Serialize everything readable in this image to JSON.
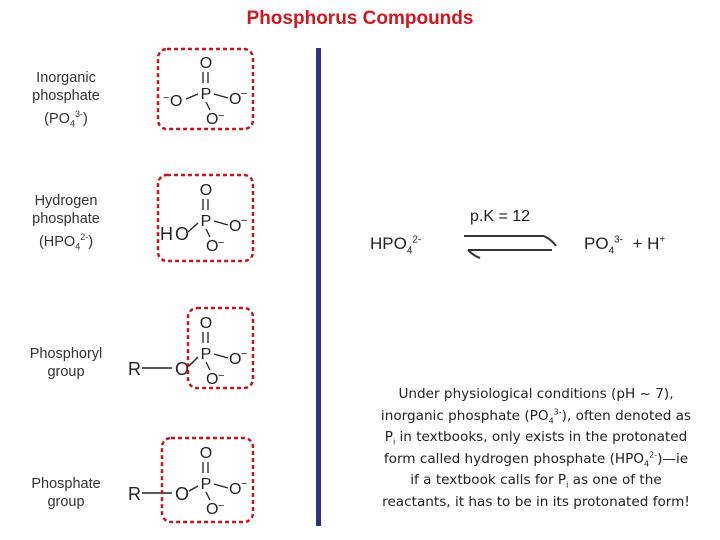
{
  "title": "Phosphorus Compounds",
  "labels": {
    "inorganic": {
      "line1": "Inorganic",
      "line2": "phosphate",
      "formula_open": "(PO",
      "sub": "4",
      "sup": "3-",
      "formula_close": ")"
    },
    "hydrogen": {
      "line1": "Hydrogen",
      "line2": "phosphate",
      "formula_open": "(HPO",
      "sub": "4",
      "sup": "2-",
      "formula_close": ")"
    },
    "phosphoryl": {
      "line1": "Phosphoryl",
      "line2": "group"
    },
    "phosphate_group": {
      "line1": "Phosphate",
      "line2": "group"
    }
  },
  "structures": {
    "atom_O": "O",
    "atom_P": "P",
    "minus": "−",
    "H": "H",
    "R": "R"
  },
  "equilibrium": {
    "pk": "p.K = 12",
    "left_formula": "HPO",
    "left_sub": "4",
    "left_sup": "2-",
    "right_formula": "PO",
    "right_sub": "4",
    "right_sup": "3-",
    "plus_h": "+ H",
    "plus_h_sup": "+"
  },
  "note": {
    "l1": "Under physiological conditions (pH ~ 7),",
    "l2a": "inorganic phosphate (PO",
    "l2sub": "4",
    "l2sup": "3-",
    "l2b": "), often denoted as",
    "l3a": "P",
    "l3sub": "i",
    "l3b": " in textbooks, only exists in the protonated",
    "l4a": "form called hydrogen phosphate (HPO",
    "l4sub": "4",
    "l4sup": "2-",
    "l4b": ")—ie",
    "l5a": "if a textbook calls for P",
    "l5sub": "i",
    "l5b": " as one of the",
    "l6": "reactants, it has to be in its protonated form!"
  },
  "colors": {
    "title": "#d0161f",
    "box_border": "#c0161c",
    "divider": "#2c2f83"
  }
}
